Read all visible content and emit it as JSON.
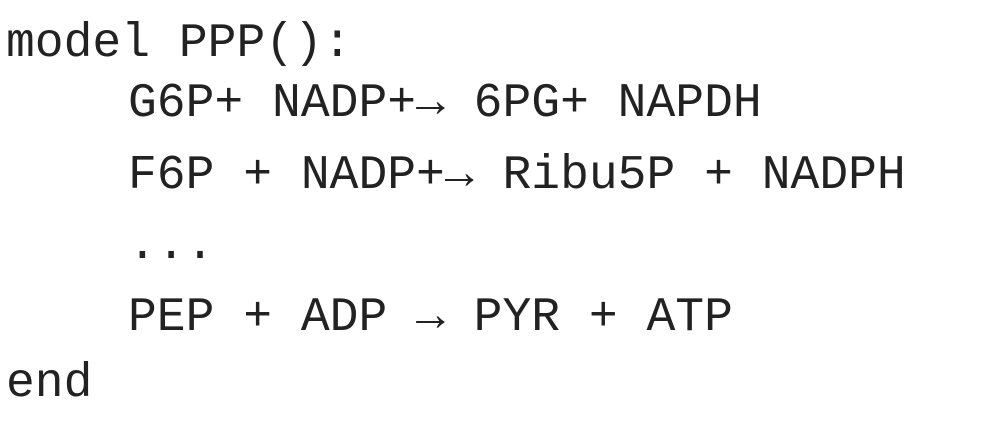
{
  "code": {
    "header": "model PPP():",
    "reactions": [
      "G6P+ NADP+→ 6PG+ NAPDH",
      "F6P + NADP+→ Ribu5P + NADPH",
      "...",
      "PEP + ADP → PYR + ATP"
    ],
    "footer": "end"
  }
}
